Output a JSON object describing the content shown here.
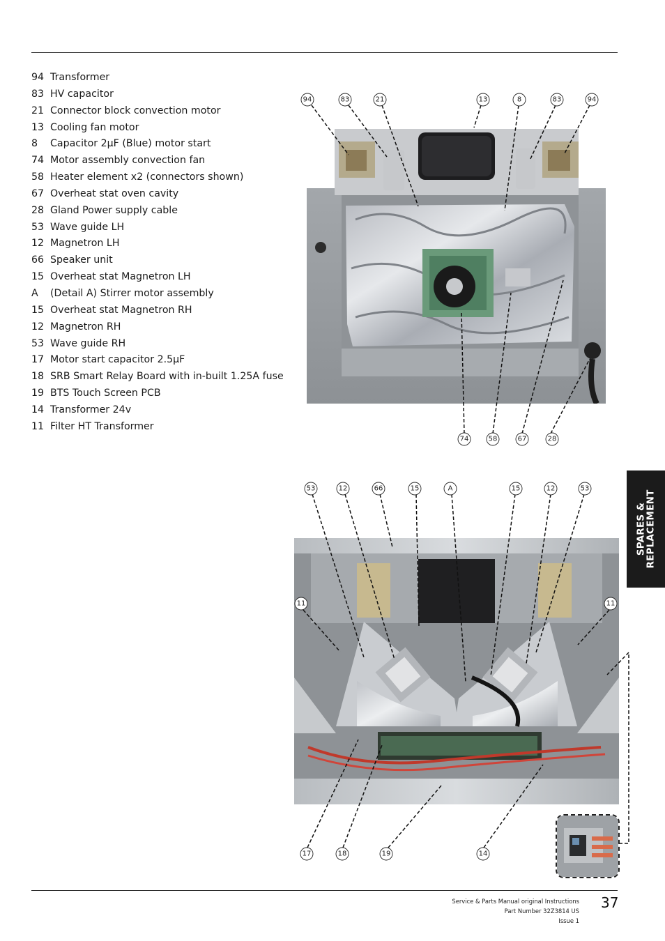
{
  "parts_list": [
    {
      "num": "94",
      "label": "Transformer"
    },
    {
      "num": "83",
      "label": "HV capacitor"
    },
    {
      "num": "21",
      "label": "Connector block convection motor"
    },
    {
      "num": "13",
      "label": "Cooling fan motor"
    },
    {
      "num": "8",
      "label": "Capacitor 2µF (Blue) motor start"
    },
    {
      "num": "74",
      "label": "Motor assembly convection fan"
    },
    {
      "num": "58",
      "label": "Heater element x2 (connectors shown)"
    },
    {
      "num": "67",
      "label": "Overheat stat oven cavity"
    },
    {
      "num": "28",
      "label": "Gland Power supply cable"
    },
    {
      "num": "53",
      "label": "Wave guide LH"
    },
    {
      "num": "12",
      "label": "Magnetron LH"
    },
    {
      "num": "66",
      "label": "Speaker unit"
    },
    {
      "num": "15",
      "label": "Overheat stat Magnetron LH"
    },
    {
      "num": "A",
      "label": "(Detail A) Stirrer motor assembly"
    },
    {
      "num": "15",
      "label": "Overheat stat Magnetron RH"
    },
    {
      "num": "12",
      "label": "Magnetron RH"
    },
    {
      "num": "53",
      "label": "Wave guide RH"
    },
    {
      "num": "17",
      "label": "Motor start capacitor 2.5µF"
    },
    {
      "num": "18",
      "label": "SRB Smart Relay Board with in-built 1.25A fuse"
    },
    {
      "num": "19",
      "label": "BTS Touch Screen PCB"
    },
    {
      "num": "14",
      "label": "Transformer 24v"
    },
    {
      "num": "11",
      "label": "Filter HT Transformer"
    }
  ],
  "callouts_top_photo": [
    "94",
    "83",
    "21",
    "13",
    "8",
    "83",
    "94"
  ],
  "callouts_top_photo_bottom": [
    "74",
    "58",
    "67",
    "28"
  ],
  "callouts_bottom_photo": [
    "53",
    "12",
    "66",
    "15",
    "A",
    "15",
    "12",
    "53"
  ],
  "callouts_bottom_photo_sides": [
    "11",
    "11"
  ],
  "callouts_bottom_photo_bottom": [
    "17",
    "18",
    "19",
    "14"
  ],
  "side_tab": {
    "line1": "SPARES &",
    "line2": "REPLACEMENT"
  },
  "footer": {
    "line1": "Service & Parts Manual original Instructions",
    "line2": "Part Number 32Z3814 US",
    "line3": "Issue 1",
    "page_number": "37"
  }
}
